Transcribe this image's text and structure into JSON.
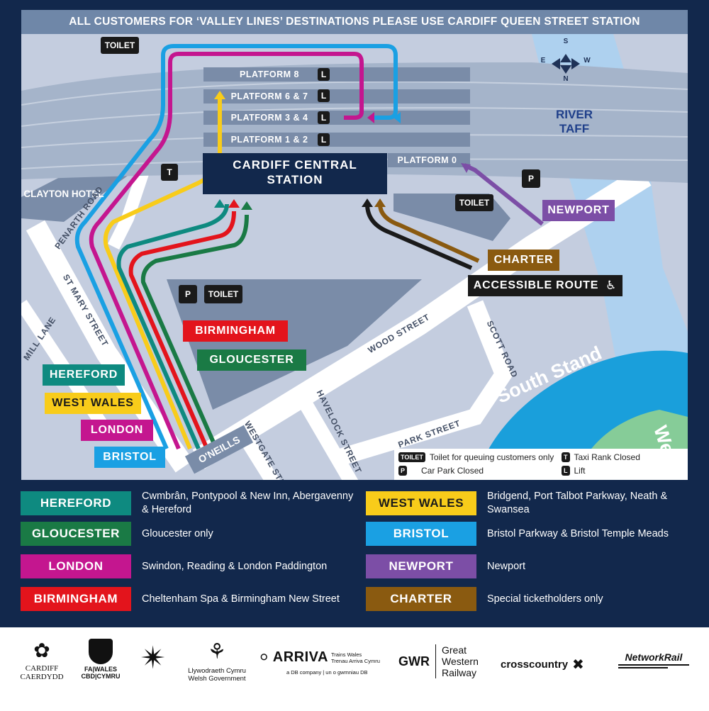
{
  "banner": "ALL CUSTOMERS FOR ‘VALLEY LINES’ DESTINATIONS PLEASE USE CARDIFF QUEEN STREET STATION",
  "station": {
    "line1": "CARDIFF CENTRAL",
    "line2": "STATION"
  },
  "platforms": [
    {
      "label": "PLATFORM 8",
      "lift": "L"
    },
    {
      "label": "PLATFORM 6 & 7",
      "lift": "L"
    },
    {
      "label": "PLATFORM 3 & 4",
      "lift": "L"
    },
    {
      "label": "PLATFORM 1 & 2",
      "lift": "L"
    },
    {
      "label": "PLATFORM 0"
    }
  ],
  "places": {
    "clayton_hotel": "CLAYTON HOTEL",
    "river_taff": "RIVER TAFF",
    "south_stand": "South Stand",
    "stadium_edge": "Wes",
    "oneills": "O'NEILLS"
  },
  "compass": {
    "n": "N",
    "s": "S",
    "e": "E",
    "w": "W"
  },
  "streets": {
    "penarth_road": "PENARTH ROAD",
    "st_mary_street": "ST MARY STREET",
    "mill_lane": "MILL LANE",
    "wood_street": "WOOD STREET",
    "scott_road": "SCOTT ROAD",
    "havelock_street": "HAVELOCK STREET",
    "westgate_street": "WESTGATE STREET",
    "park_street": "PARK STREET"
  },
  "map_badges": {
    "toilet": "TOILET",
    "taxi": "T",
    "parking": "P"
  },
  "route_labels": {
    "hereford": "HEREFORD",
    "west_wales": "WEST WALES",
    "london": "LONDON",
    "bristol": "BRISTOL",
    "birmingham": "BIRMINGHAM",
    "gloucester": "GLOUCESTER",
    "newport": "NEWPORT",
    "charter": "CHARTER",
    "accessible": "ACCESSIBLE ROUTE"
  },
  "map_legend": [
    {
      "symbol": "TOILET",
      "text": "Toilet for queuing customers only"
    },
    {
      "symbol": "T",
      "text": "Taxi Rank Closed"
    },
    {
      "symbol": "P",
      "text": "Car Park Closed"
    },
    {
      "symbol": "L",
      "text": "Lift"
    }
  ],
  "key": [
    {
      "label": "HEREFORD",
      "desc": "Cwmbrân, Pontypool & New Inn, Abergavenny & Hereford",
      "color": "#0e8a80",
      "text_color": "#ffffff"
    },
    {
      "label": "GLOUCESTER",
      "desc": "Gloucester only",
      "color": "#1a7a45",
      "text_color": "#ffffff"
    },
    {
      "label": "LONDON",
      "desc": "Swindon, Reading & London Paddington",
      "color": "#c4168f",
      "text_color": "#ffffff"
    },
    {
      "label": "BIRMINGHAM",
      "desc": "Cheltenham Spa & Birmingham New Street",
      "color": "#e3141c",
      "text_color": "#ffffff"
    },
    {
      "label": "WEST WALES",
      "desc": "Bridgend, Port Talbot Parkway, Neath & Swansea",
      "color": "#f8cc1a",
      "text_color": "#1a1a1a"
    },
    {
      "label": "BRISTOL",
      "desc": "Bristol Parkway & Bristol Temple Meads",
      "color": "#1aa0e3",
      "text_color": "#ffffff"
    },
    {
      "label": "NEWPORT",
      "desc": "Newport",
      "color": "#7c4ea6",
      "text_color": "#ffffff"
    },
    {
      "label": "CHARTER",
      "desc": "Special ticketholders only",
      "color": "#8a5a10",
      "text_color": "#ffffff"
    }
  ],
  "colors": {
    "navy": "#12284c",
    "accessible": "#1a1a1a"
  },
  "logos": {
    "cardiff": {
      "line1": "CARDIFF",
      "line2": "CAERDYDD"
    },
    "fa_wales": {
      "line1": "FA|WALES",
      "line2": "CBD|CYMRU"
    },
    "welsh_gov": {
      "line1": "Llywodraeth Cymru",
      "line2": "Welsh Government"
    },
    "arriva": {
      "name": "ARRIVA",
      "sub1": "Trains Wales",
      "sub2": "Trenau Arriva Cymru",
      "tag": "a DB company | un o gwmniau DB"
    },
    "gwr": {
      "mark": "GWR",
      "line1": "Great",
      "line2": "Western",
      "line3": "Railway"
    },
    "crosscountry": "crosscountry",
    "networkrail": "NetworkRail"
  }
}
